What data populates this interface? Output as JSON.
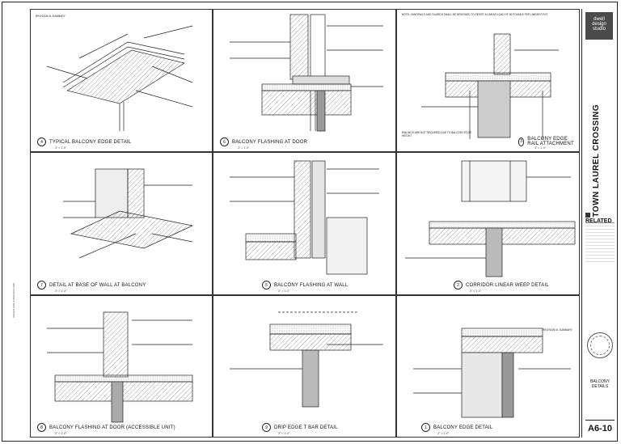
{
  "sheet": {
    "project_name": "TOWN LAUREL CROSSING",
    "firm_name_lines": [
      "dwell",
      "design",
      "studio"
    ],
    "developer": "RELATED",
    "sheet_title_lines": [
      "BALCONY",
      "DETAILS"
    ],
    "sheet_number": "A6-10",
    "left_margin_note": "ISSUED FOR CONSTRUCTION"
  },
  "details": [
    {
      "number": "4",
      "title": "TYPICAL BALCONY EDGE DETAIL",
      "scale": "3\" = 1'-0\""
    },
    {
      "number": "6",
      "title": "BALCONY FLASHING AT DOOR",
      "scale": "3\" = 1'-0\""
    },
    {
      "number": "3",
      "title": "BALCONY EDGE RAIL ATTACHMENT",
      "scale": "3\" = 1'-0\""
    },
    {
      "number": "7",
      "title": "DETAIL AT BASE OF WALL AT BALCONY",
      "scale": "3\" = 1'-0\""
    },
    {
      "number": "5",
      "title": "BALCONY FLASHING AT WALL",
      "scale": "3\" = 1'-0\""
    },
    {
      "number": "2",
      "title": "CORRIDOR LINEAR WEEP DETAIL",
      "scale": "3\" = 1'-0\""
    },
    {
      "number": "8",
      "title": "BALCONY FLASHING AT DOOR (ACCESSIBLE UNIT)",
      "scale": "3\" = 1'-0\""
    },
    {
      "number": "9",
      "title": "DRIP EDGE T BAR DETAIL",
      "scale": "3\" = 1'-0\""
    },
    {
      "number": "1",
      "title": "BALCONY EDGE DETAIL",
      "scale": "3\" = 1'-0\""
    }
  ],
  "revision_note": "REVISION #1 SUMMARY",
  "rail_note": "RAILINGS ARE NOT REQUIRED DUE TO BALCONY EDGE HEIGHT",
  "general_note": "NOTE: HANDRAILS AND GUARDS SHALL BE DESIGNED TO RESIST A LINEAR LOAD OF 50 POUNDS PER LINEAR FOOT"
}
